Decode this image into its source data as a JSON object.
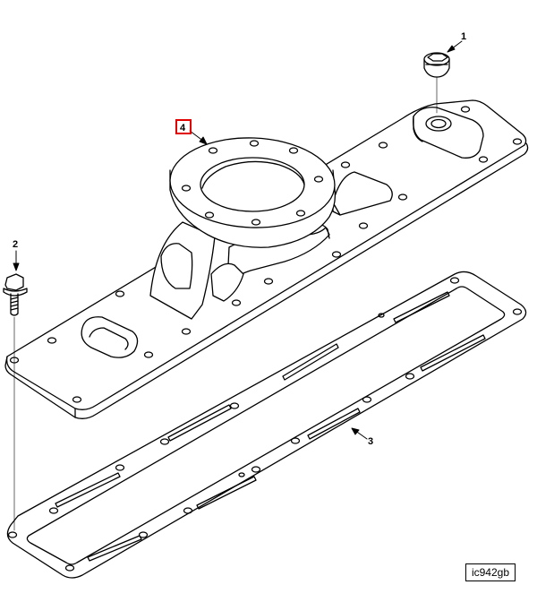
{
  "figure_id": "ic942gb",
  "callouts": [
    {
      "number": "1",
      "part": "plug"
    },
    {
      "number": "2",
      "part": "bolt"
    },
    {
      "number": "3",
      "part": "gasket"
    },
    {
      "number": "4",
      "part": "manifold",
      "highlighted": true
    }
  ],
  "colors": {
    "line": "#000000",
    "highlight": "#e00000",
    "background": "#ffffff"
  }
}
